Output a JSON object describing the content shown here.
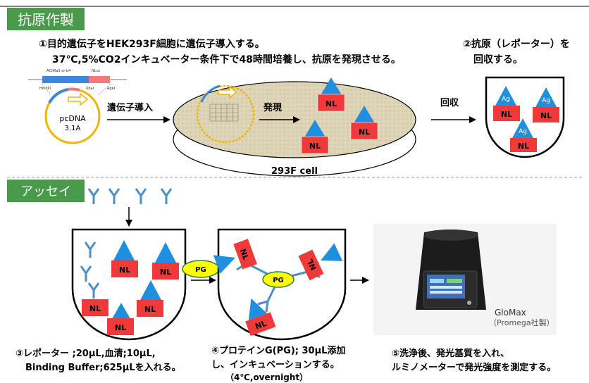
{
  "sections": {
    "antigen_title": "抗原作製",
    "assay_title": "アッセイ"
  },
  "steps": {
    "step1_line1": "①目的遺伝子をHEK293F細胞に遺伝子導入する。",
    "step1_line2": "37℃,5%CO2インキュベーター条件下で48時間培養し、抗原を発現させる。",
    "step2_line1": "②抗原（レポーター）を",
    "step2_line2": "回収する。",
    "step3_line1": "③レポーター ;20μL,血清;10μL,",
    "step3_line2": "Binding Buffer;625μLを入れる。",
    "step4_line1": "④プロテインG(PG); 30μL添加",
    "step4_line2": "し、インキュベーションする。",
    "step4_line3": "（4℃,overnight）",
    "step5_line1": "⑤洗浄後、発光基質を入れ、",
    "step5_line2": "ルミノメーターで発光強度を測定する。"
  },
  "plasmid": {
    "name_line1": "pcDNA",
    "name_line2": "3.1A",
    "insert_label": "AChRa3 or b4",
    "tag_label": "NLuc",
    "site_hindiii": "HindIII",
    "site_xbai": "XbaI",
    "site_agei": "AgeI"
  },
  "arrows": {
    "transfection": "遺伝子導入",
    "expression": "発現",
    "recovery": "回収"
  },
  "dish": {
    "cell_label": "293F cell"
  },
  "labels": {
    "nl": "NL",
    "ag": "Ag",
    "pg": "PG"
  },
  "device": {
    "name": "GloMax",
    "maker": "（Promega社製）"
  },
  "colors": {
    "section_bg": "#4a9a4c",
    "section_text": "#ffffff",
    "antibody": "#4a90c8",
    "antigen_triangle": "#1f8fe0",
    "nl_box": "#f03a3a",
    "pg_ellipse": "#ffff00",
    "dish_fill": "#dcd3b6",
    "plasmid_ring": "#f2b400",
    "insert_bar": "#3b88d8",
    "tag_bar": "#f07a7a"
  }
}
